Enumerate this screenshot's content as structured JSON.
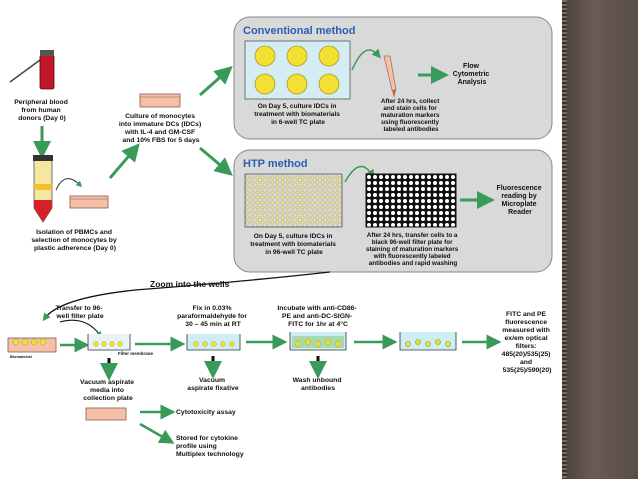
{
  "colors": {
    "arrow_green": "#3a9a5a",
    "panel_fill": "#d9d9d9",
    "title_blue": "#2a5fb0",
    "well_yellow": "#f2e033",
    "dish_pink": "#f4c0a8",
    "sidebar": "#5a4c47"
  },
  "labels": {
    "blood": [
      "Peripheral blood",
      "from human",
      "donors (Day 0)"
    ],
    "pbmc": [
      "Isolation of PBMCs and",
      "selection of monocytes by",
      "plastic adherence (Day 0)"
    ],
    "culture": [
      "Culture of monocytes",
      "into immature DCs (IDCs)",
      "with IL-4 and GM-CSF",
      "and 10% FBS for 5 days"
    ],
    "conventional_title": "Conventional method",
    "conventional_day5": [
      "On Day 5, culture IDCs in",
      "treatment with biomaterials",
      "in 6-well TC plate"
    ],
    "conventional_24h": [
      "After 24 hrs, collect",
      "and stain cells for",
      "maturation markers",
      "using fluorescently",
      "labeled antibodies"
    ],
    "flow": [
      "Flow",
      "Cytometric",
      "Analysis"
    ],
    "htp_title": "HTP method",
    "htp_day5": [
      "On Day 5, culture IDCs in",
      "treatment with biomaterials",
      "in 96-well TC plate"
    ],
    "htp_24h": [
      "After 24 hrs, transfer cells to a",
      "black 96-well filter plate for",
      "staining of maturation markers",
      "with fluorescently labeled",
      "antibodies and rapid washing"
    ],
    "fluor": [
      "Fluorescence",
      "reading by",
      "Microplate",
      "Reader"
    ],
    "zoom": "Zoom into the wells",
    "transfer": [
      "Transfer to 96-",
      "well filter plate"
    ],
    "biomaterial": "Biomaterial",
    "filter_membrane": "Filter membrane",
    "fix": [
      "Fix in 0.03%",
      "paraformaldehyde for",
      "30 – 45 min at RT"
    ],
    "incubate": [
      "Incubate with anti-CD86-",
      "PE and anti-DC-SIGN-",
      "FITC for 1hr at 4°C"
    ],
    "fitc": [
      "FITC and PE",
      "fluorescence",
      "measured with",
      "ex/em optical",
      "filters:",
      "485(20)/535(25)",
      "and",
      "535(25)/590(20)"
    ],
    "vacuum_media": [
      "Vacuum aspirate",
      "media into",
      "collection plate"
    ],
    "vacuum_fix": [
      "Vacuum",
      "aspirate fixative"
    ],
    "wash": [
      "Wash unbound",
      "antibodies"
    ],
    "cyto": "Cytotoxicity assay",
    "stored": [
      "Stored for cytokine",
      "profile using",
      "Multiplex technology"
    ]
  },
  "icons": [
    "blood-tube-icon",
    "centrifuge-tube-icon",
    "petri-dish-icon",
    "six-well-plate-icon",
    "pipette-icon",
    "ninety-six-well-plate-icon",
    "black-filter-plate-icon",
    "well-cross-section-icon",
    "down-arrow-icon",
    "right-arrow-icon"
  ]
}
